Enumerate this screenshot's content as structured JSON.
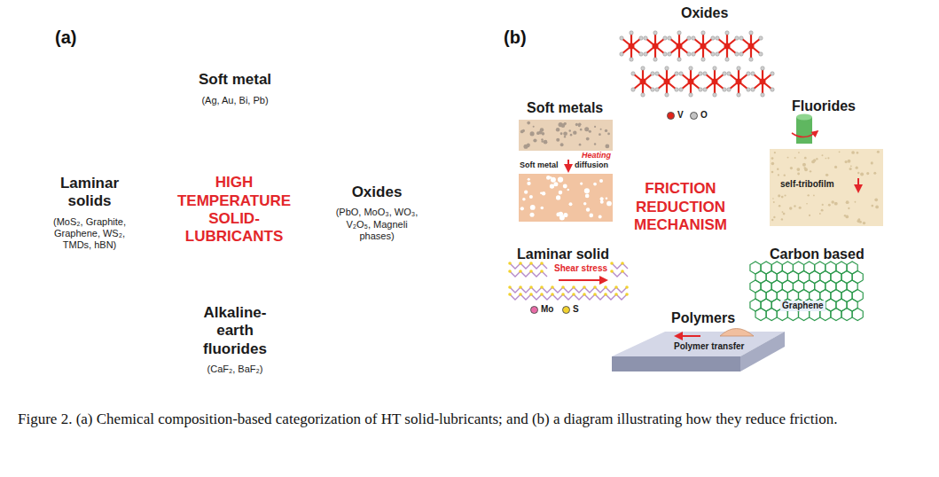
{
  "diagram": {
    "caption": "Figure 2. (a) Chemical composition-based categorization of HT solid-lubricants; and (b) a diagram illustrating how they reduce friction.",
    "nodes": [
      {
        "text": [
          "(a)"
        ]
      },
      {
        "text": [
          "Soft metal",
          "(Ag, Au, Bi, Pb)"
        ],
        "in": 0
      },
      {
        "text": [
          "Laminar solids",
          "(MoS₂, Graphite, Graphene, WS₂, TMDs, hBN)"
        ],
        "in": 0
      },
      {
        "text": [
          "HIGH TEMPERATURE SOLID-LUBRICANTS"
        ],
        "in": 0
      },
      {
        "text": [
          "Oxides",
          "(PbO, MoO₃, WO₃, V₂O₅, Magneli phases)"
        ],
        "in": 0
      },
      {
        "text": [
          "Alkaline-earth fluorides",
          "(CaF₂, BaF₂)"
        ],
        "in": 0
      },
      {
        "text": [
          "(b)"
        ]
      },
      {
        "text": [
          "Oxides"
        ],
        "in": 6
      },
      {
        "text": [
          "Soft metals",
          "Heating",
          "Soft metal",
          "diffusion"
        ],
        "in": 6
      },
      {
        "text": [
          "Fluorides",
          "self-tribofilm"
        ],
        "in": 6
      },
      {
        "text": [
          "FRICTION REDUCTION MECHANISM"
        ],
        "in": 6
      },
      {
        "text": [
          "Laminar solid",
          "Shear stress"
        ],
        "in": 6
      },
      {
        "text": [
          "Carbon based",
          "Graphene"
        ],
        "in": 6
      },
      {
        "text": [
          "Polymers",
          "Polymer transfer"
        ],
        "in": 6
      }
    ],
    "legend": [
      {
        "text": "V",
        "color": "#e2231a"
      },
      {
        "text": "O",
        "color": "#c4c4c4"
      },
      {
        "text": "Mo",
        "color": "#e86aa6"
      },
      {
        "text": "S",
        "color": "#f2d22e"
      }
    ]
  }
}
